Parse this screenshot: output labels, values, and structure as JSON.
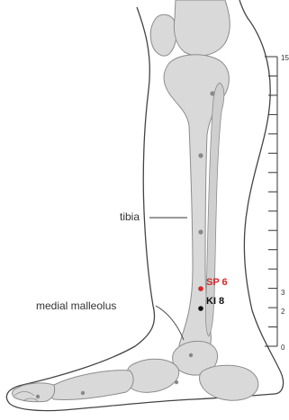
{
  "labels": {
    "tibia": "tibia",
    "sp6": "SP 6",
    "ki8": "KI 8",
    "medial_malleolus": "medial malleolus"
  },
  "scale": {
    "top": "15",
    "tick3": "3",
    "tick2": "2",
    "bottom": "0"
  },
  "colors": {
    "sp6": "#d62728",
    "ki8": "#111111",
    "bone_fill": "#d9d9d9",
    "bone_stroke": "#8c8c8c",
    "outline": "#444444",
    "point": "#888888"
  }
}
